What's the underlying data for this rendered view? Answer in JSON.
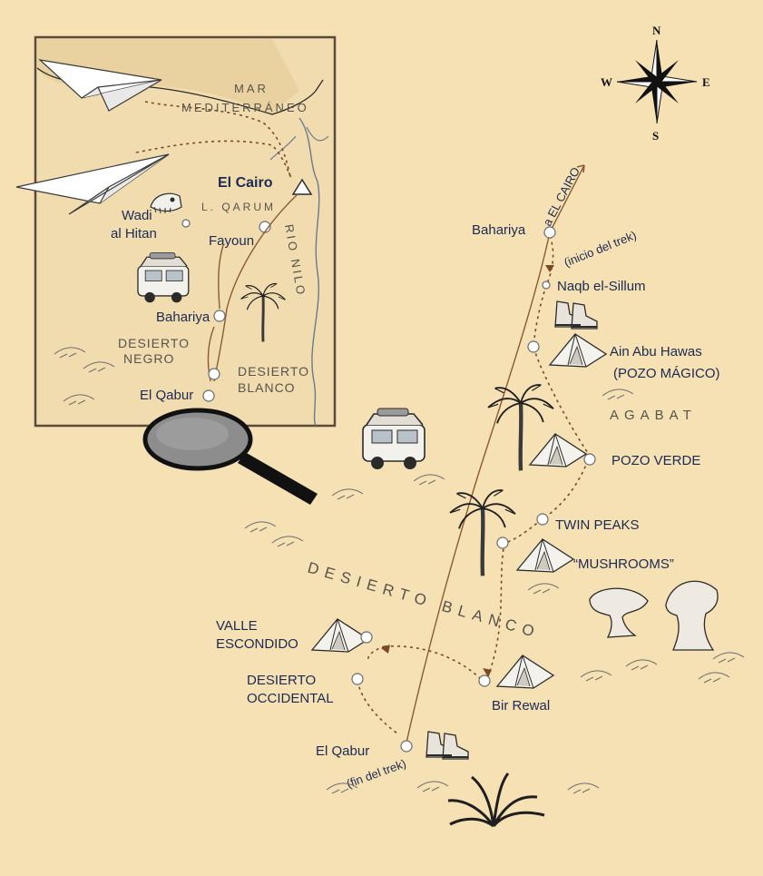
{
  "colors": {
    "paper": "#f5e1b4",
    "ink": "#1c2a52",
    "route": "#8b5a30",
    "trail": "#7a4a26",
    "inset_bg": "#f1dcb0"
  },
  "compass": {
    "north": "N",
    "south": "S",
    "east": "E",
    "west": "W"
  },
  "inset": {
    "sea": [
      "MAR",
      "MEDITERRÁNEO"
    ],
    "el_cairo": "El Cairo",
    "l_qarum": "L. QARUM",
    "wadi": [
      "Wadi",
      "al Hitan"
    ],
    "fayoun": "Fayoun",
    "rio_nilo": "RIO NILO",
    "bahariya": "Bahariya",
    "desierto_negro": [
      "DESIERTO",
      "NEGRO"
    ],
    "desierto_blanco": [
      "DESIERTO",
      "BLANCO"
    ],
    "el_qabur": "El Qabur"
  },
  "main": {
    "to_cairo": "a EL CAIRO",
    "bahariya": "Bahariya",
    "inicio": "(inicio del trek)",
    "naqb": "Naqb el-Sillum",
    "ain": "Ain Abu Hawas",
    "pozo_magico": "(POZO MÁGICO)",
    "agabat": "AGABAT",
    "pozo_verde": "POZO VERDE",
    "twin_peaks": "TWIN PEAKS",
    "mushrooms": "“MUSHROOMS”",
    "desierto_blanco": "DESIERTO  BLANCO",
    "valle": [
      "VALLE",
      "ESCONDIDO"
    ],
    "desierto_occ": [
      "DESIERTO",
      "OCCIDENTAL"
    ],
    "bir_rewal": "Bir Rewal",
    "el_qabur": "El Qabur",
    "fin": "(fin del trek)"
  },
  "icons": [
    "compass-rose-icon",
    "paper-plane-icon",
    "fossil-skull-icon",
    "van-icon",
    "palm-tree-icon",
    "tent-icon",
    "hiking-boots-icon",
    "magnifying-glass-icon",
    "mushroom-rock-icon",
    "desert-bush-icon"
  ]
}
